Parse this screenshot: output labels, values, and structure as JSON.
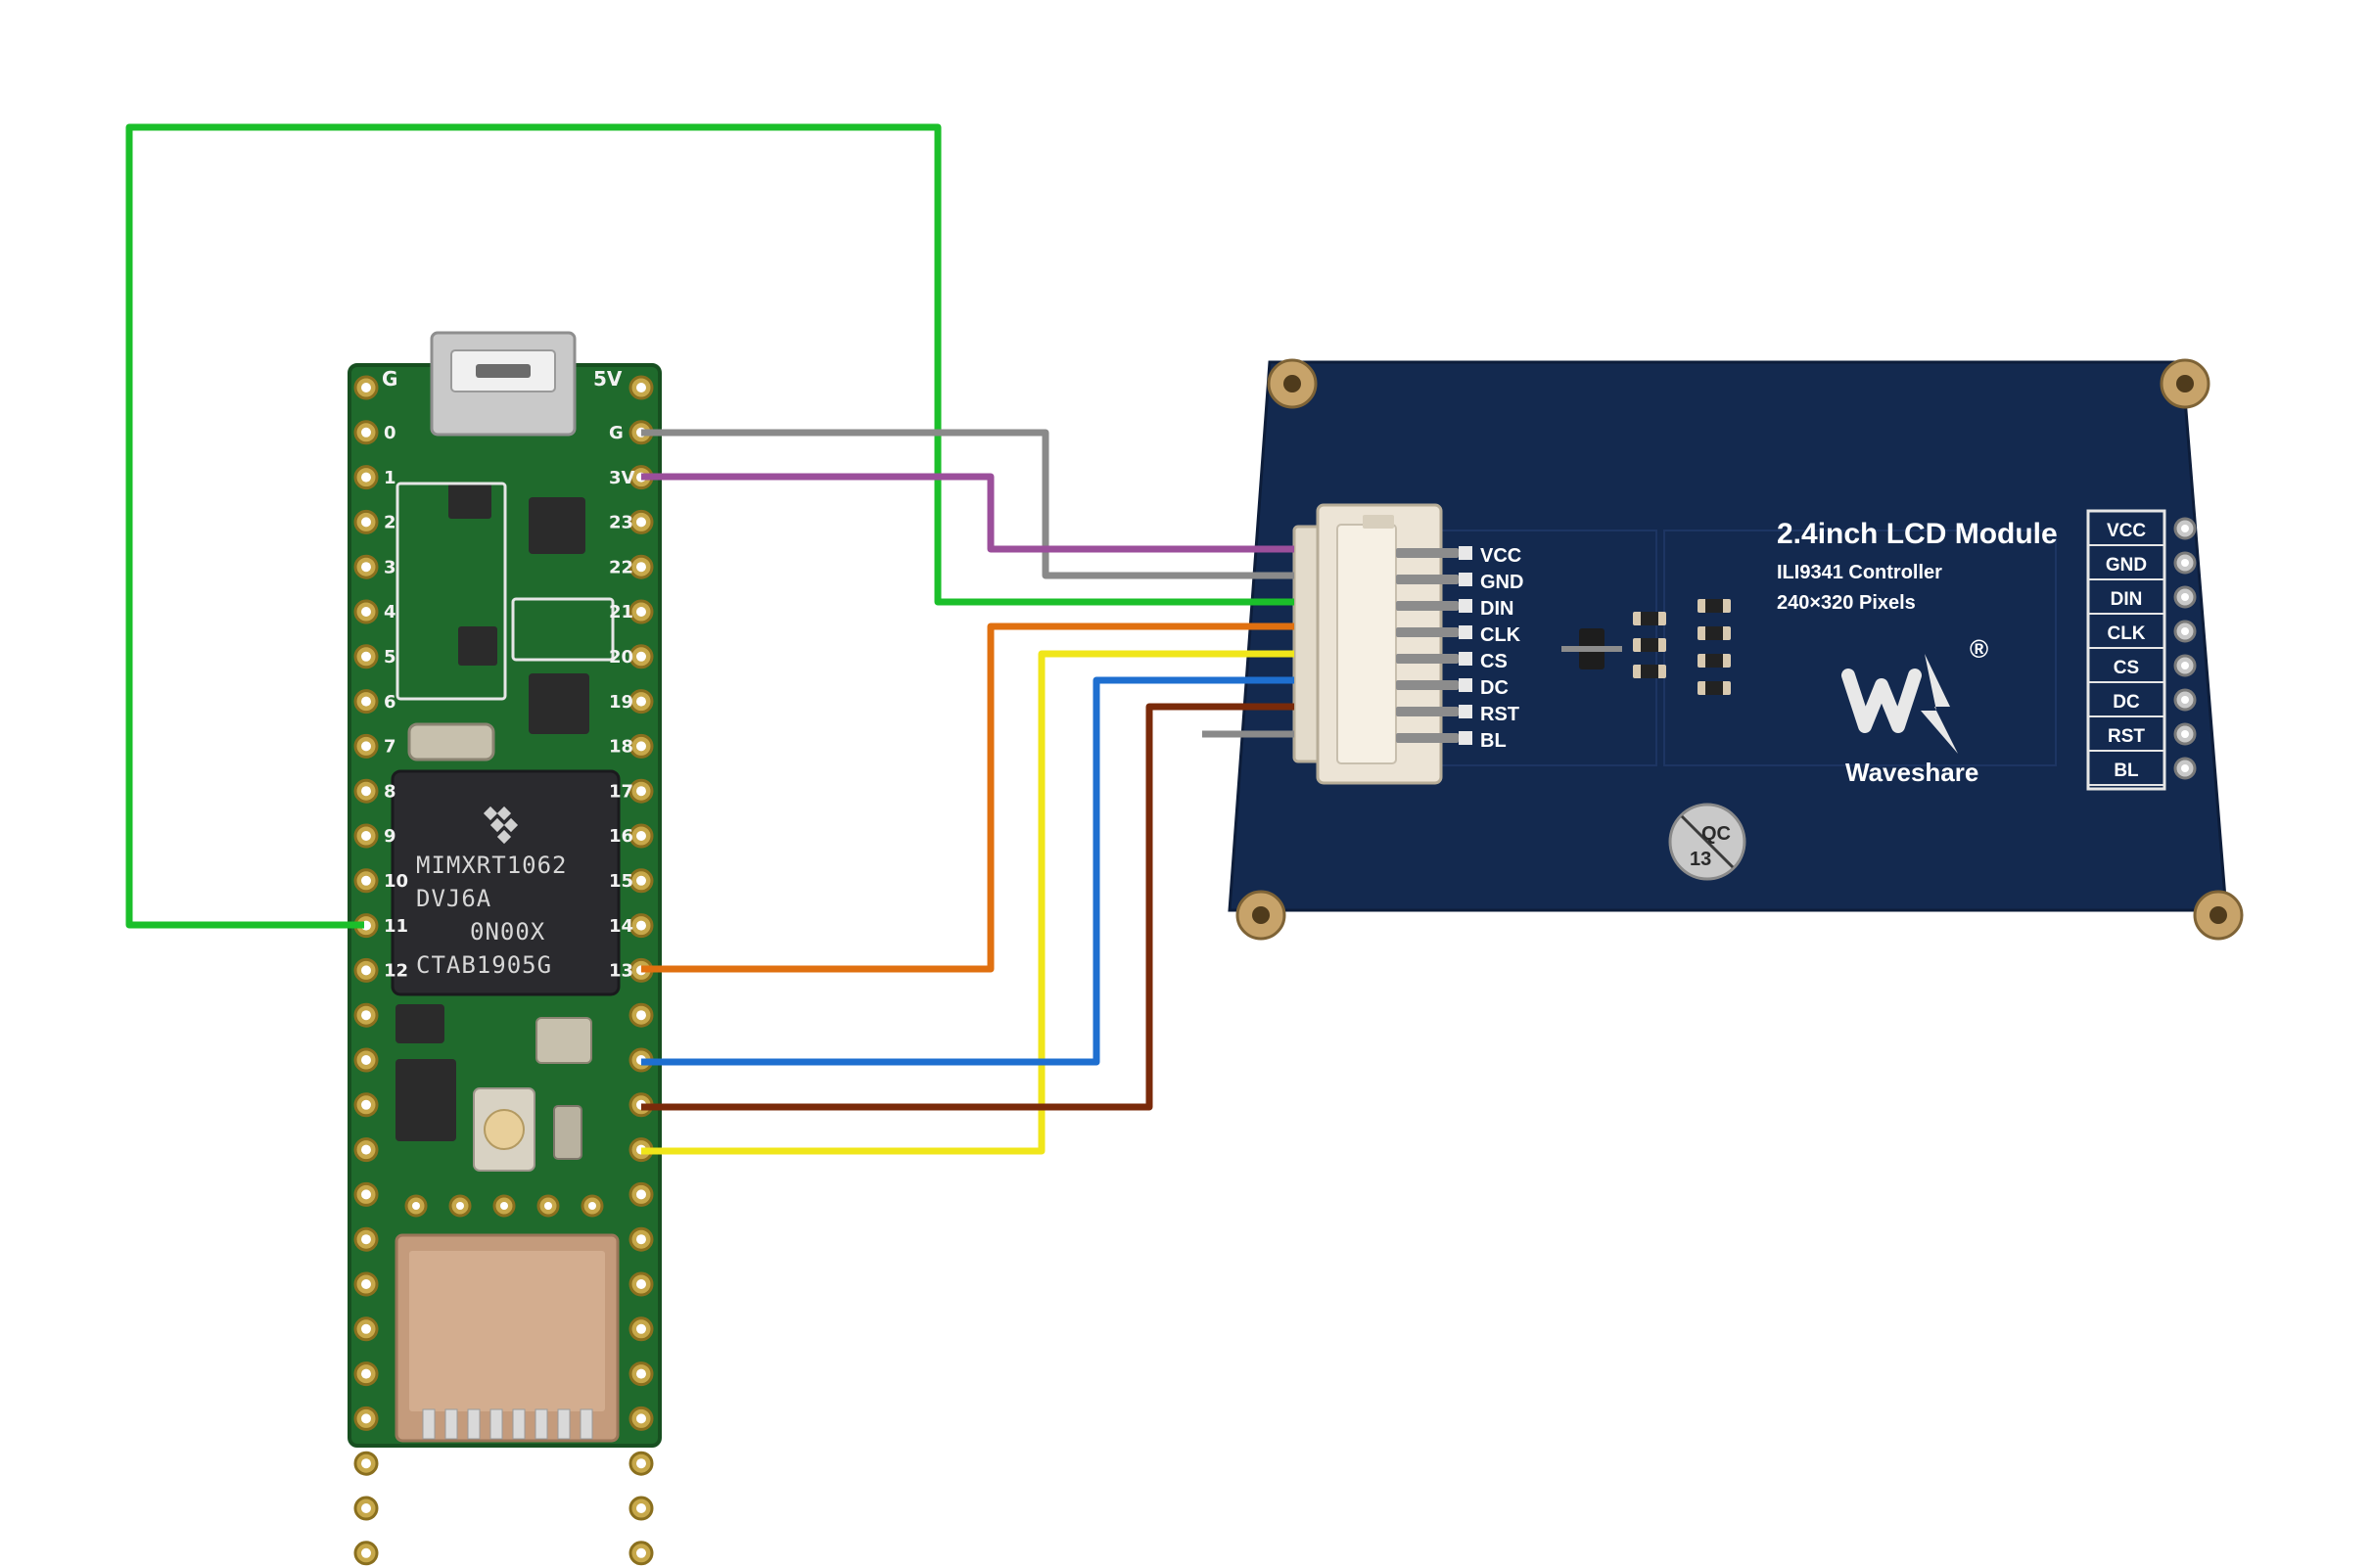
{
  "teensy": {
    "chip_lines": [
      "MIMXRT1062",
      "DVJ6A",
      "0N00X",
      "CTAB1905G"
    ],
    "silk_top": [
      "G",
      "5V"
    ],
    "silk_right_pins": [
      "G",
      "3V",
      "23",
      "22",
      "21",
      "20",
      "19",
      "18",
      "17",
      "16",
      "15",
      "14",
      "13"
    ],
    "silk_left_pins": [
      "0",
      "1",
      "2",
      "3",
      "4",
      "5",
      "6",
      "7",
      "8",
      "9",
      "10",
      "11",
      "12"
    ]
  },
  "lcd": {
    "title": "2.4inch LCD Module",
    "controller": "ILI9341 Controller",
    "resolution": "240×320 Pixels",
    "brand": "Waveshare",
    "registered": "®",
    "qc_label": "QC",
    "qc_number": "13",
    "connector_pins": [
      "VCC",
      "GND",
      "DIN",
      "CLK",
      "CS",
      "DC",
      "RST",
      "BL"
    ],
    "side_pins": [
      "VCC",
      "GND",
      "DIN",
      "CLK",
      "CS",
      "DC",
      "RST",
      "BL"
    ]
  },
  "wires": {
    "gnd": "#8a8a8a",
    "vcc": "#9b4f9b",
    "din": "#1bbf2a",
    "clk": "#e07010",
    "cs": "#f0e61a",
    "dc": "#1e6fd0",
    "rst": "#7a2a0a",
    "bl": "#8a8a8a"
  },
  "colors": {
    "pcb_green": "#1f6a2c",
    "lcd_blue": "#13294f",
    "chip": "#2a2a2e",
    "connector": "#ece4d6"
  }
}
